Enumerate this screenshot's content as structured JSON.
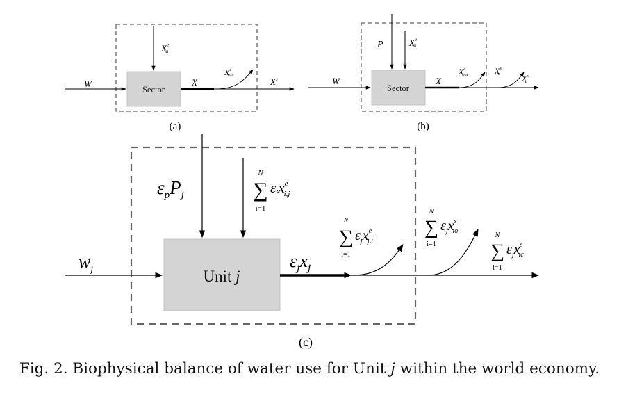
{
  "panel_a": {
    "label": "(a)",
    "box_label": "Sector",
    "input_w": "W",
    "output_x": "X",
    "input_xe_base": "X",
    "input_xe_sup": "e",
    "input_xe_sub": "in",
    "out_xe_base": "X",
    "out_xe_sup": "e",
    "out_xe_sub": "out",
    "out_xs_base": "X",
    "out_xs_sup": "s"
  },
  "panel_b": {
    "label": "(b)",
    "box_label": "Sector",
    "input_w": "W",
    "input_p": "P",
    "output_x": "X",
    "input_xe_base": "X",
    "input_xe_sup": "e",
    "input_xe_sub": "in",
    "out_xe_base": "X",
    "out_xe_sup": "e",
    "out_xe_sub": "out",
    "out_xso_base": "X",
    "out_xso_sup": "s",
    "out_xso_sub": "o",
    "out_xsc_base": "X",
    "out_xsc_sup": "s",
    "out_xsc_sub": "c"
  },
  "panel_c": {
    "label": "(c)",
    "unit_label": "Unit ",
    "unit_j": "j",
    "w_base": "w",
    "w_sub": "j",
    "ep_eps": "ε",
    "ep_sub": "p",
    "ep_p": "P",
    "ep_psub": "j",
    "in_sum_top": "N",
    "in_sum_sym": "∑",
    "in_sum_bot": "i=1",
    "in_eps": "ε",
    "in_eps_sub": "i",
    "in_x": "x",
    "in_x_sup": "e",
    "in_x_sub": "i,j",
    "out_eps": "ε",
    "out_eps_sub": "j",
    "out_x": "x",
    "out_x_sub": "j",
    "exp_sum_top": "N",
    "exp_sum_sym": "∑",
    "exp_sum_bot": "i=1",
    "exp_eps": "ε",
    "exp_eps_sub": "j",
    "exp_x": "x",
    "exp_x_sup": "e",
    "exp_x_sub": "j,i",
    "io_sum_top": "N",
    "io_sum_sym": "∑",
    "io_sum_bot": "i=1",
    "io_eps": "ε",
    "io_eps_sub": "j",
    "io_x": "x",
    "io_x_sup": "s",
    "io_x_sub": "io",
    "ic_sum_top": "N",
    "ic_sum_sym": "∑",
    "ic_sum_bot": "i=1",
    "ic_eps": "ε",
    "ic_eps_sub": "j",
    "ic_x": "x",
    "ic_x_sup": "s",
    "ic_x_sub": "ic"
  },
  "caption": {
    "prefix": "Fig. 2. Biophysical balance of water use for Unit ",
    "j": "j",
    "suffix": " within the world economy."
  }
}
